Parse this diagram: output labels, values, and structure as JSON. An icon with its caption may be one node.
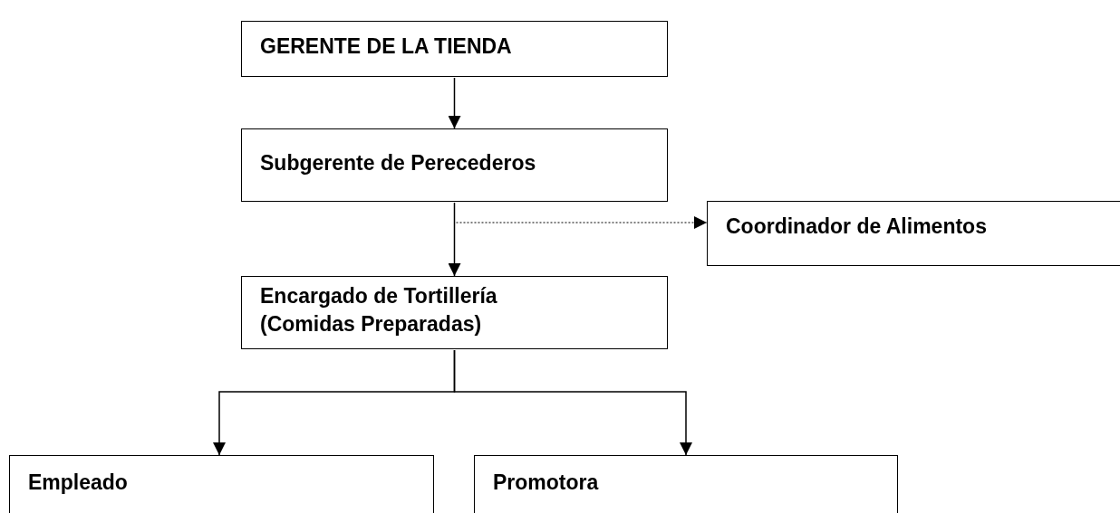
{
  "diagram": {
    "nodes": [
      {
        "text": [
          "GERENTE DE LA TIENDA"
        ]
      },
      {
        "text": [
          "Subgerente de Perecederos"
        ]
      },
      {
        "text": [
          "Coordinador de Alimentos"
        ]
      },
      {
        "text": [
          "Encargado de Tortillería (Comidas Preparadas)"
        ]
      },
      {
        "text": [
          "Empleado"
        ]
      },
      {
        "text": [
          "Promotora"
        ]
      }
    ],
    "edges": [
      {
        "from": 0,
        "to": 1,
        "arrow": "to"
      },
      {
        "from": 1,
        "to": 3,
        "arrow": "to"
      },
      {
        "from": 1,
        "to": 2,
        "arrow": "to",
        "style": "dashed"
      },
      {
        "from": 3,
        "to": 4,
        "arrow": "to"
      },
      {
        "from": 3,
        "to": 5,
        "arrow": "to"
      }
    ]
  }
}
